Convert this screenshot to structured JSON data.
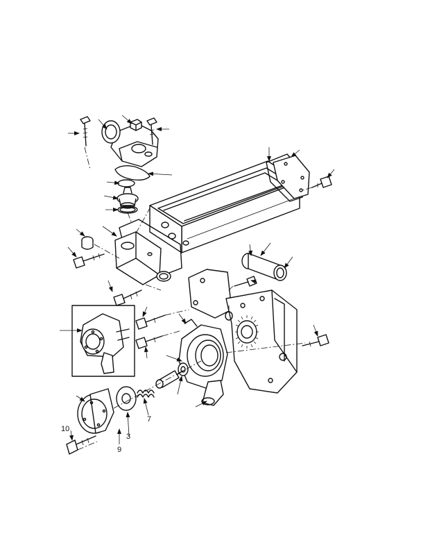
{
  "figure": {
    "callouts": [
      {
        "id": "c10",
        "text": "10"
      },
      {
        "id": "c9",
        "text": "9"
      },
      {
        "id": "c3",
        "text": "3"
      },
      {
        "id": "c7",
        "text": "7"
      }
    ]
  },
  "colors": {
    "ink": "#111111",
    "paper": "#ffffff"
  }
}
